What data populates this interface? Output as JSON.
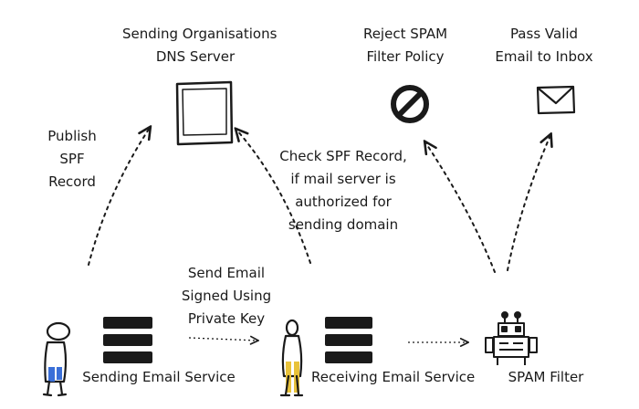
{
  "labels": {
    "dns_server": [
      "Sending Organisations",
      "DNS Server"
    ],
    "reject": [
      "Reject SPAM",
      "Filter Policy"
    ],
    "pass": [
      "Pass Valid",
      "Email to Inbox"
    ],
    "publish": [
      "Publish",
      "SPF",
      "Record"
    ],
    "check": [
      "Check SPF Record,",
      "if mail server is",
      "authorized for",
      "sending domain"
    ],
    "send_email": [
      "Send Email",
      "Signed Using",
      "Private Key"
    ],
    "sending_service": "Sending Email Service",
    "receiving_service": "Receiving Email Service",
    "spam_filter": "SPAM Filter"
  },
  "icons": [
    "dns-server-icon",
    "prohibited-icon",
    "envelope-icon",
    "server-stack-icon",
    "robot-icon",
    "person-icon"
  ],
  "colors": {
    "ink": "#1a1a1a",
    "accent_blue": "#3a6fd8",
    "accent_yellow": "#e8c23a"
  }
}
